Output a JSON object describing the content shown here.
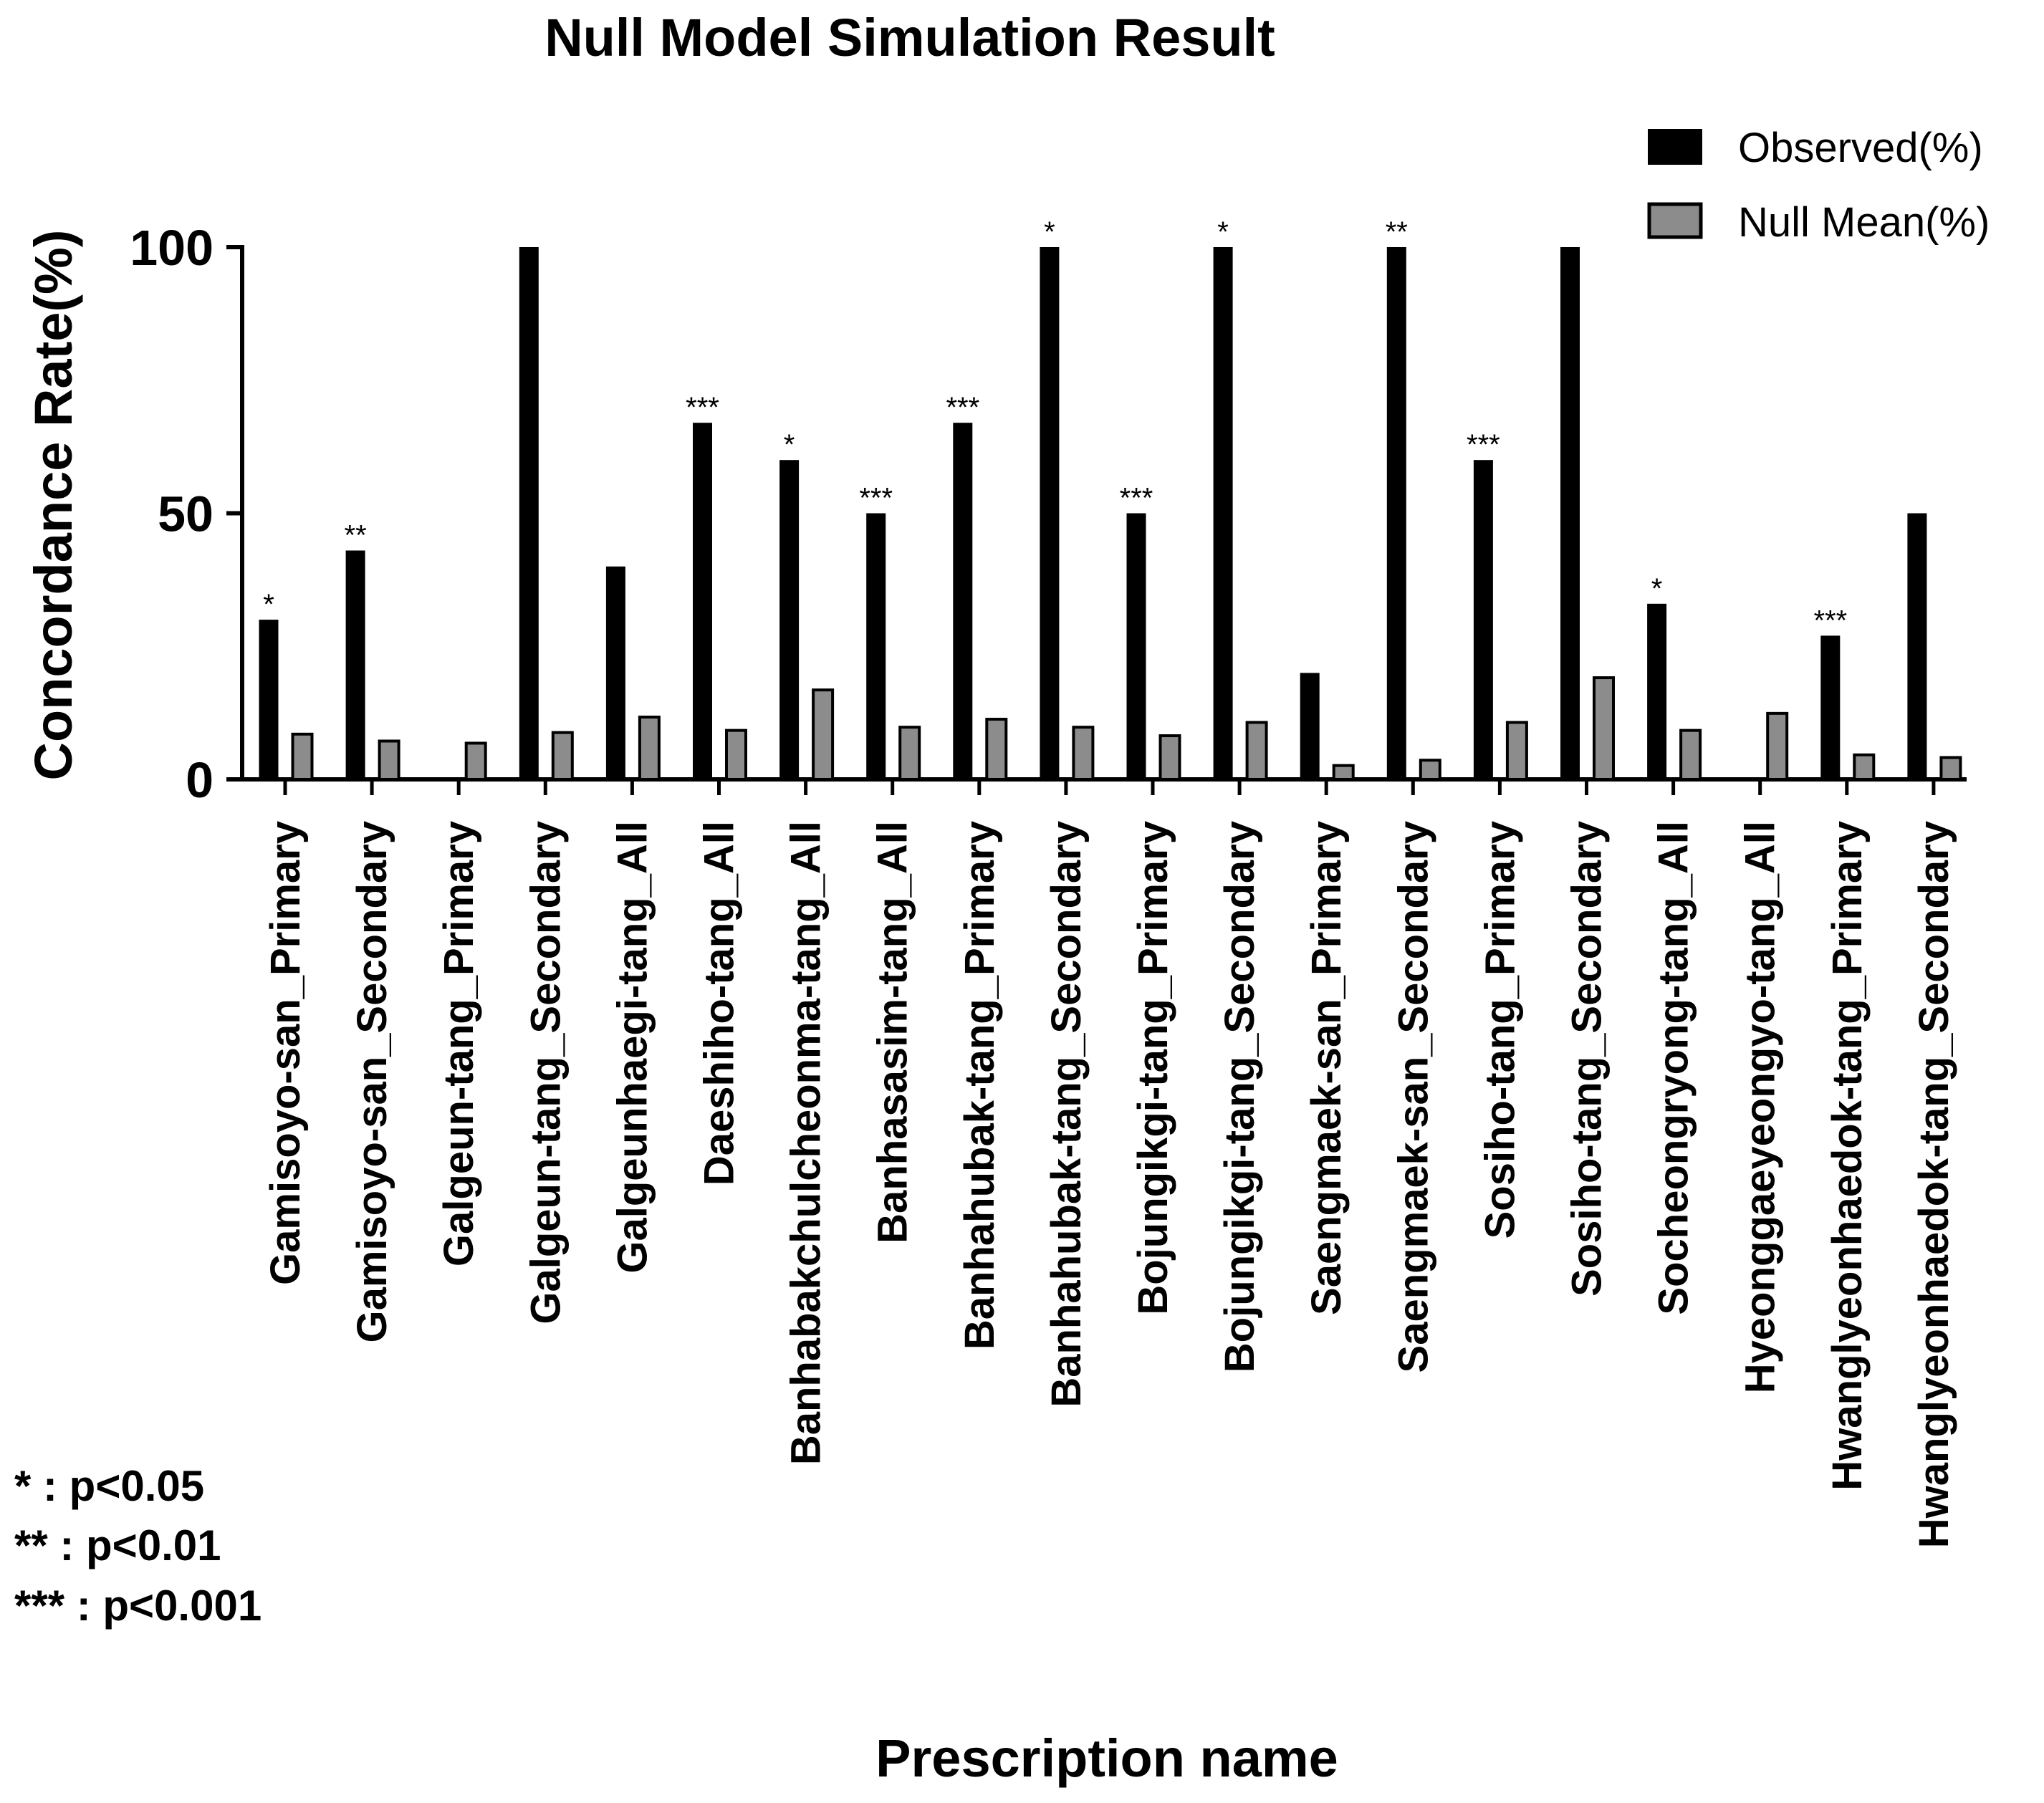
{
  "chart_data": {
    "type": "bar",
    "title": "Null Model Simulation Result",
    "xlabel": "Prescription name",
    "ylabel": "Concordance  Rate(%)",
    "ylim": [
      0,
      100
    ],
    "yticks": [
      "0",
      "50",
      "100"
    ],
    "grid": false,
    "legend_position": "top-right",
    "categories": [
      "Gamisoyo-san_Primary",
      "Gamisoyo-san_Secondary",
      "Galgeun-tang_Primary",
      "Galgeun-tang_Secondary",
      "Galgeunhaegi-tang_All",
      "Daeshiho-tang_All",
      "Banhabakchulcheonma-tang_All",
      "Banhasasim-tang_All",
      "Banhahubak-tang_Primary",
      "Banhahubak-tang_Secondary",
      "Bojungikgi-tang_Primary",
      "Bojungikgi-tang_Secondary",
      "Saengmaek-san_Primary",
      "Saengmaek-san_Secondary",
      "Sosiho-tang_Primary",
      "Sosiho-tang_Secondary",
      "Socheongryong-tang_All",
      "Hyeonggaeyeongyo-tang_All",
      "Hwanglyeonhaedok-tang_Primary",
      "Hwanglyeonhaedok-tang_Secondary"
    ],
    "series": [
      {
        "name": "Observed(%)",
        "color": "#000000",
        "values": [
          30,
          43,
          0,
          100,
          40,
          67,
          60,
          50,
          67,
          100,
          50,
          100,
          20,
          100,
          60,
          100,
          33,
          0,
          27,
          50
        ]
      },
      {
        "name": "Null Mean(%)",
        "color": "#8c8c8c",
        "values": [
          8.5,
          7.2,
          6.8,
          8.8,
          11.7,
          9.2,
          16.8,
          9.8,
          11.3,
          9.8,
          8.2,
          10.7,
          2.6,
          3.6,
          10.7,
          19.1,
          9.2,
          12.4,
          4.6,
          4.1
        ]
      }
    ],
    "significance": [
      "*",
      "**",
      "",
      "",
      "",
      "***",
      "*",
      "***",
      "***",
      "*",
      "***",
      "*",
      "",
      "**",
      "***",
      "",
      "*",
      "",
      "***",
      ""
    ],
    "notes": [
      "* : p<0.05",
      "** : p<0.01",
      "*** : p<0.001"
    ]
  }
}
